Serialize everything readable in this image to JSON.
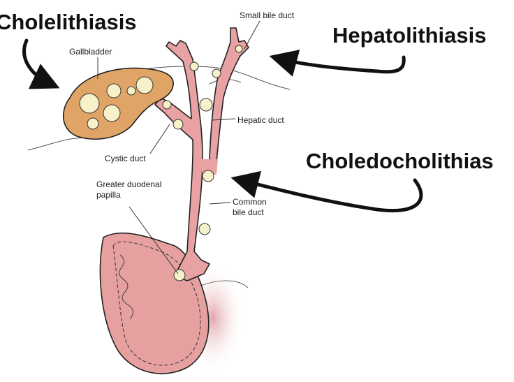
{
  "headline_labels": {
    "cholelithiasis": "Cholelithiasis",
    "hepatolithiasis": "Hepatolithiasis",
    "choledocholithiasis": "Choledocholithias"
  },
  "anatomy_labels": {
    "gallbladder": "Gallbladder",
    "small_bile_duct": "Small bile duct",
    "hepatic_duct": "Hepatic duct",
    "cystic_duct": "Cystic duct",
    "greater_duodenal_papilla_line1": "Greater duodenal",
    "greater_duodenal_papilla_line2": "papilla",
    "common_bile_duct_line1": "Common",
    "common_bile_duct_line2": "bile duct"
  },
  "colors": {
    "gallbladder_fill": "#e0a566",
    "duct_fill": "#e8a2a3",
    "duodenum_fill": "#e6a0a0",
    "stone_fill": "#f6f1c8",
    "outline": "#222222",
    "text": "#111111"
  }
}
